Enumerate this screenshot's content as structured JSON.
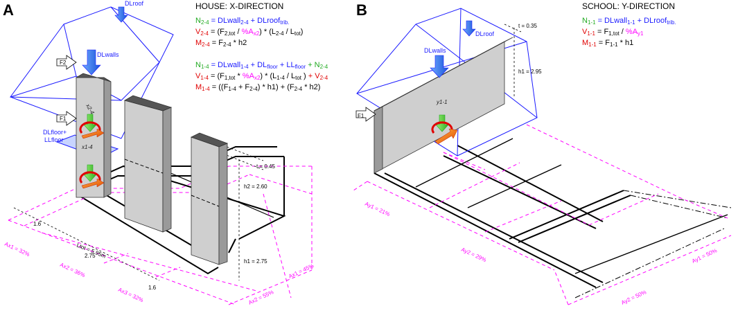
{
  "colors": {
    "blue": "#1a1aff",
    "green": "#1faa1f",
    "red": "#e00000",
    "magenta": "#ff00ff",
    "wall_face": "#cfcfcf",
    "wall_side": "#9a9a9a",
    "wall_top": "#555555"
  },
  "panelA": {
    "letter": "A",
    "heading": "HOUSE: X-DIRECTION",
    "eq1": {
      "lhs_main": "N",
      "lhs_sub": "2-4",
      "p1": " = DLwall",
      "p1_sub": "2-4",
      "p2": " + DLroof",
      "p2_sub": "trib."
    },
    "eq2": {
      "lhs_main": "V",
      "lhs_sub": "2-4",
      "p1": " = (F",
      "p1_sub": "2,tot",
      "p2": " / ",
      "p3": "%A",
      "p3_sub": "x2",
      "p4": ") * (L",
      "p4_sub": "2-4",
      "p5": " / L",
      "p5_sub": "tot",
      "p6": ")"
    },
    "eq3": {
      "lhs_main": "M",
      "lhs_sub": "2-4",
      "p1": " = F",
      "p1_sub": "2-4",
      "p2": " * h2"
    },
    "eq4": {
      "lhs_main": "N",
      "lhs_sub": "1-4",
      "p1": " = DLwall",
      "p1_sub": "1-4",
      "p2": " + DL",
      "p2_sub": "floor",
      "p3": " + LL",
      "p3_sub": "floor",
      "p4": "  + N",
      "p4_sub": "2-4"
    },
    "eq5": {
      "lhs_main": "V",
      "lhs_sub": "1-4",
      "p1": " = (F",
      "p1_sub": "1,tot",
      "p2": " * ",
      "p3": "%A",
      "p3_sub": "x2",
      "p4": ") * (L",
      "p4_sub": "1-4",
      "p5": " / L",
      "p5_sub": "tot",
      "p6": " ) ",
      "p7": "+ V",
      "p7_sub": "2-4"
    },
    "eq6": {
      "lhs_main": "M",
      "lhs_sub": "1-4",
      "p1": " = ((F",
      "p1_sub": "1-4",
      "p2": " + F",
      "p2_sub": "2-4",
      "p3": ") * h1) + (F",
      "p3_sub": "2-4",
      "p4": " * h2)"
    },
    "labels": {
      "dlroof": "DLroof",
      "dlwalls": "DLwalls",
      "dlfloor_ll_1": "DLfloor+",
      "dlfloor_ll_2": "LLfloor",
      "f2": "F2",
      "f1": "F1",
      "wall_upper": "x2-4",
      "wall_lower": "x1-4",
      "t": "t = 0.45",
      "h2": "h2 = 2.60",
      "h1": "h1 = 2.75",
      "d1": "1.6",
      "ltot": "Ltot = 5.95m",
      "d2": "2.75",
      "d3": "1.6",
      "ax1_left": "Ax1 = 32%",
      "ax2": "Ax2 = 36%",
      "ax3": "Ax3 = 32%",
      "ax2_right": "Ax2 = 55%",
      "ax1_right": "Ax1 = 45%"
    }
  },
  "panelB": {
    "letter": "B",
    "heading": "SCHOOL: Y-DIRECTION",
    "eq1": {
      "lhs_main": "N",
      "lhs_sub": "1-1",
      "p1": " = DLwall",
      "p1_sub": "1-1",
      "p2": " + DLroof",
      "p2_sub": "trib."
    },
    "eq2": {
      "lhs_main": "V",
      "lhs_sub": "1-1",
      "p1": " = F",
      "p1_sub": "1,tot",
      "p2": " / ",
      "p3": "%A",
      "p3_sub": "y1"
    },
    "eq3": {
      "lhs_main": "M",
      "lhs_sub": "1-1",
      "p1": " = F",
      "p1_sub": "1-1",
      "p2": " * h1"
    },
    "labels": {
      "dlroof": "DLroof",
      "dlwalls": "DLwalls",
      "f1": "F1",
      "wall": "y1-1",
      "t": "t = 0.35",
      "h1": "h1 = 2.95",
      "ay1": "Ay1 = 21%",
      "ay2": "Ay2 = 29%",
      "ay1_right": "Ay1 = 50%",
      "ay2_right": "Ay2 = 50%"
    }
  }
}
